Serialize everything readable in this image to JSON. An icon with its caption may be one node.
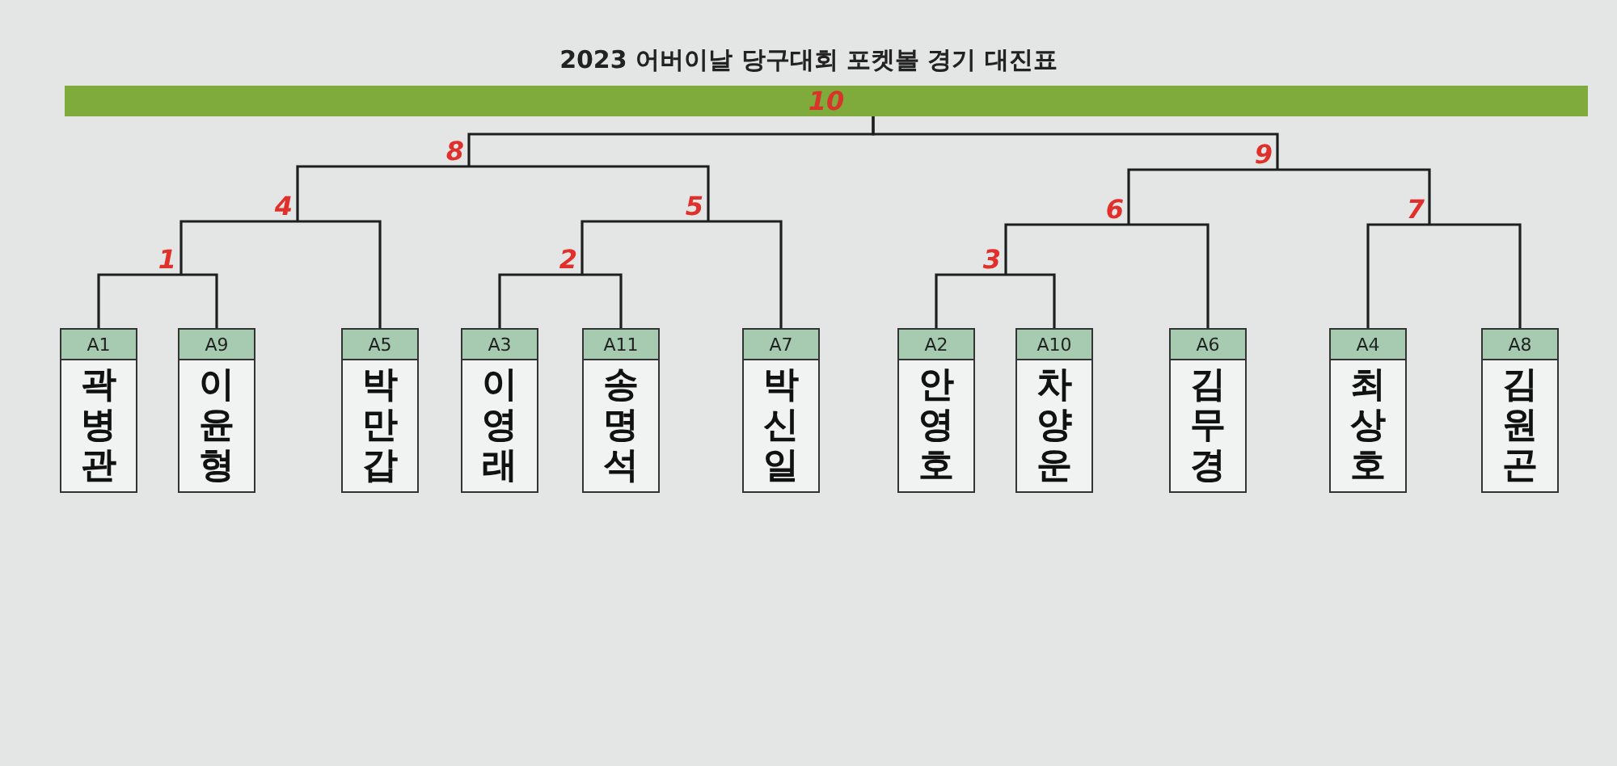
{
  "diagram": {
    "title": "2023 어버이날 당구대회 포켓볼 경기 대진표",
    "nodes": [
      {
        "text": [
          "10"
        ]
      },
      {
        "text": [
          "8"
        ]
      },
      {
        "text": [
          "9"
        ]
      },
      {
        "text": [
          "4"
        ]
      },
      {
        "text": [
          "5"
        ]
      },
      {
        "text": [
          "6"
        ]
      },
      {
        "text": [
          "7"
        ]
      },
      {
        "text": [
          "1"
        ]
      },
      {
        "text": [
          "2"
        ]
      },
      {
        "text": [
          "3"
        ]
      },
      {
        "text": [
          "A1",
          "곽병관"
        ]
      },
      {
        "text": [
          "A9",
          "이윤형"
        ]
      },
      {
        "text": [
          "A5",
          "박만갑"
        ]
      },
      {
        "text": [
          "A3",
          "이영래"
        ]
      },
      {
        "text": [
          "A11",
          "송명석"
        ]
      },
      {
        "text": [
          "A7",
          "박신일"
        ]
      },
      {
        "text": [
          "A2",
          "안영호"
        ]
      },
      {
        "text": [
          "A10",
          "차양운"
        ]
      },
      {
        "text": [
          "A6",
          "김무경"
        ]
      },
      {
        "text": [
          "A4",
          "최상호"
        ]
      },
      {
        "text": [
          "A8",
          "김원곤"
        ]
      }
    ],
    "edges": [
      {
        "from": 10,
        "to": 7,
        "arrow": "none"
      },
      {
        "from": 11,
        "to": 7,
        "arrow": "none"
      },
      {
        "from": 12,
        "to": 3,
        "arrow": "none"
      },
      {
        "from": 13,
        "to": 8,
        "arrow": "none"
      },
      {
        "from": 14,
        "to": 8,
        "arrow": "none"
      },
      {
        "from": 15,
        "to": 4,
        "arrow": "none"
      },
      {
        "from": 16,
        "to": 9,
        "arrow": "none"
      },
      {
        "from": 17,
        "to": 9,
        "arrow": "none"
      },
      {
        "from": 18,
        "to": 5,
        "arrow": "none"
      },
      {
        "from": 19,
        "to": 6,
        "arrow": "none"
      },
      {
        "from": 20,
        "to": 6,
        "arrow": "none"
      },
      {
        "from": 7,
        "to": 3,
        "arrow": "none"
      },
      {
        "from": 8,
        "to": 4,
        "arrow": "none"
      },
      {
        "from": 3,
        "to": 1,
        "arrow": "none"
      },
      {
        "from": 4,
        "to": 1,
        "arrow": "none"
      },
      {
        "from": 9,
        "to": 5,
        "arrow": "none"
      },
      {
        "from": 5,
        "to": 2,
        "arrow": "none"
      },
      {
        "from": 6,
        "to": 2,
        "arrow": "none"
      },
      {
        "from": 1,
        "to": 0,
        "arrow": "none"
      },
      {
        "from": 2,
        "to": 0,
        "arrow": "none"
      }
    ]
  }
}
